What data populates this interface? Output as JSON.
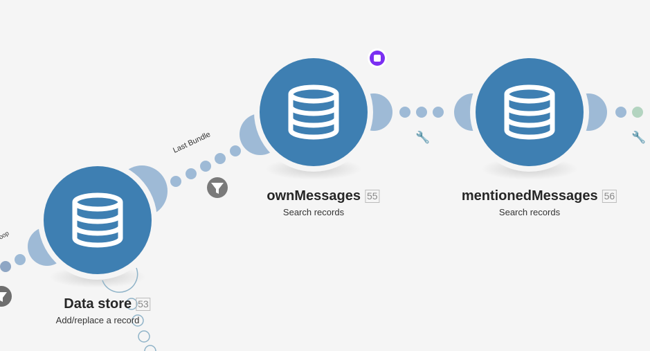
{
  "nodes": [
    {
      "title": "Data store",
      "id": "53",
      "subtitle": "Add/replace a record"
    },
    {
      "title": "ownMessages",
      "id": "55",
      "subtitle": "Search records"
    },
    {
      "title": "mentionedMessages",
      "id": "56",
      "subtitle": "Search records"
    }
  ],
  "routes": {
    "last_bundle": "Last Bundle",
    "last_loop": "Last loop"
  },
  "colors": {
    "node": "#3e7fb2",
    "connector": "#9ebad6",
    "note": "#7b2ff2",
    "filter": "#7a7a7a"
  }
}
